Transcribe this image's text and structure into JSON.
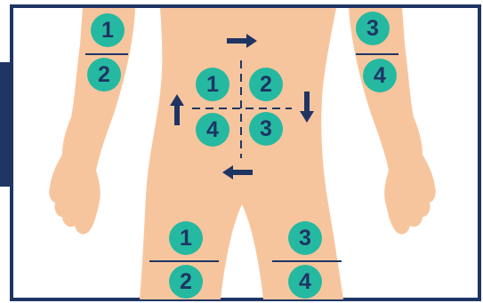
{
  "colors": {
    "frame": "#1e3564",
    "skin": "#f7c59d",
    "badge_fill": "#26b9a1",
    "badge_text": "#1e3564",
    "divider": "#1e3564",
    "arrow": "#1e3564"
  },
  "badges": {
    "left_arm": [
      "1",
      "2"
    ],
    "right_arm": [
      "3",
      "4"
    ],
    "abdomen": [
      "1",
      "2",
      "3",
      "4"
    ],
    "left_thigh": [
      "1",
      "2"
    ],
    "right_thigh": [
      "3",
      "4"
    ]
  },
  "rotation_arrows": [
    "arrow-right",
    "arrow-down",
    "arrow-left",
    "arrow-up"
  ]
}
